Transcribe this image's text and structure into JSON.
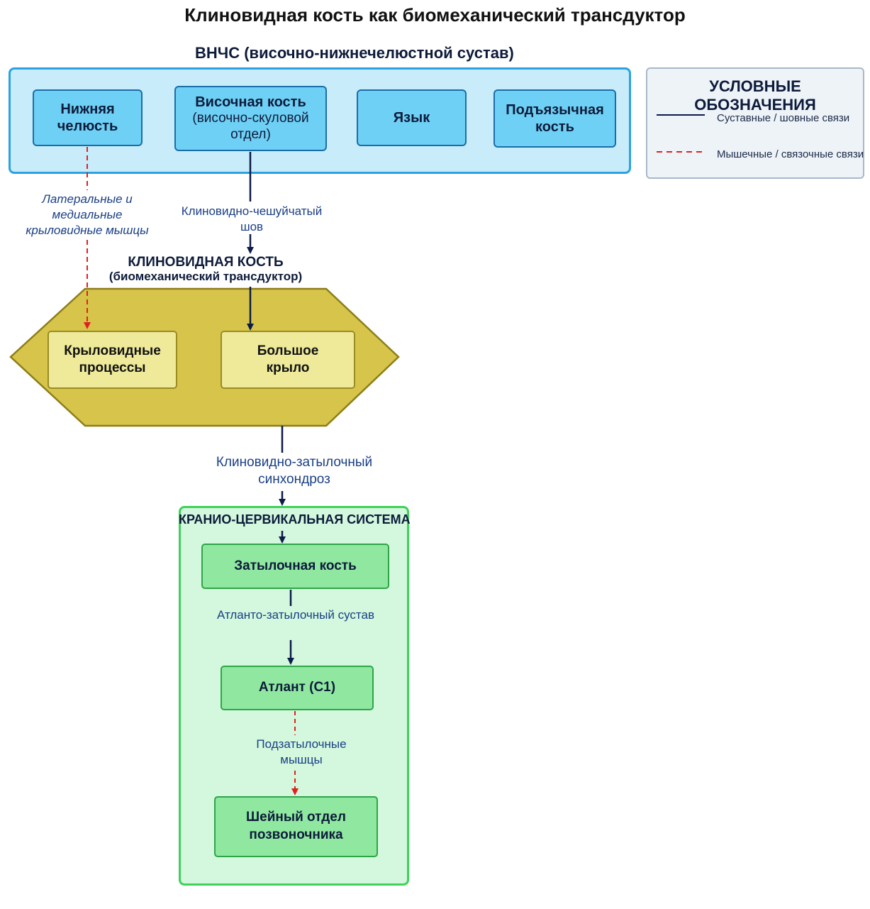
{
  "title": "Клиновидная кость как биомеханический трансдуктор",
  "tmj_group": {
    "title": "ВНЧС (височно-нижнечелюстной сустав)",
    "nodes": {
      "mandible": "Нижняя челюсть",
      "temporal_title": "Височная кость",
      "temporal_sub": "(височно-скуловой отдел)",
      "tongue": "Язык",
      "hyoid": "Подъязычная кость"
    }
  },
  "legend": {
    "title": "УСЛОВНЫЕ ОБОЗНАЧЕНИЯ",
    "items": [
      {
        "label": "Суставные / шовные связи",
        "style": "solid",
        "color": "#0d1b4a"
      },
      {
        "label": "Мышечные / связочные связи",
        "style": "dashed",
        "color": "#e02020"
      }
    ]
  },
  "edges": {
    "pterygoid_muscles": "Латеральные и медиальные крыловидные мышцы",
    "sphenosquamous": "Клиновидно-чешуйчатый шов",
    "sphenooccipital": "Клиновидно-затылочный синхондроз",
    "atlanto_occipital": "Атланто-затылочный сустав",
    "suboccipital": "Подзатылочные мышцы"
  },
  "sphenoid": {
    "title": "КЛИНОВИДНАЯ КОСТЬ",
    "subtitle": "(биомеханический трансдуктор)",
    "pterygoid": "Крыловидные процессы",
    "greater_wing": "Большое крыло"
  },
  "craniocervical": {
    "title": "КРАНИО-ЦЕРВИКАЛЬНАЯ СИСТЕМА",
    "occipital": "Затылочная кость",
    "atlas": "Атлант (C1)",
    "cervical": "Шейный отдел позвоночника"
  },
  "colors": {
    "solid_edge": "#0d1b4a",
    "dashed_edge": "#e02020",
    "tmj_fill": "#c8ecfa",
    "sphenoid_fill": "#d6c54a",
    "cc_fill": "#d3f8dd"
  }
}
